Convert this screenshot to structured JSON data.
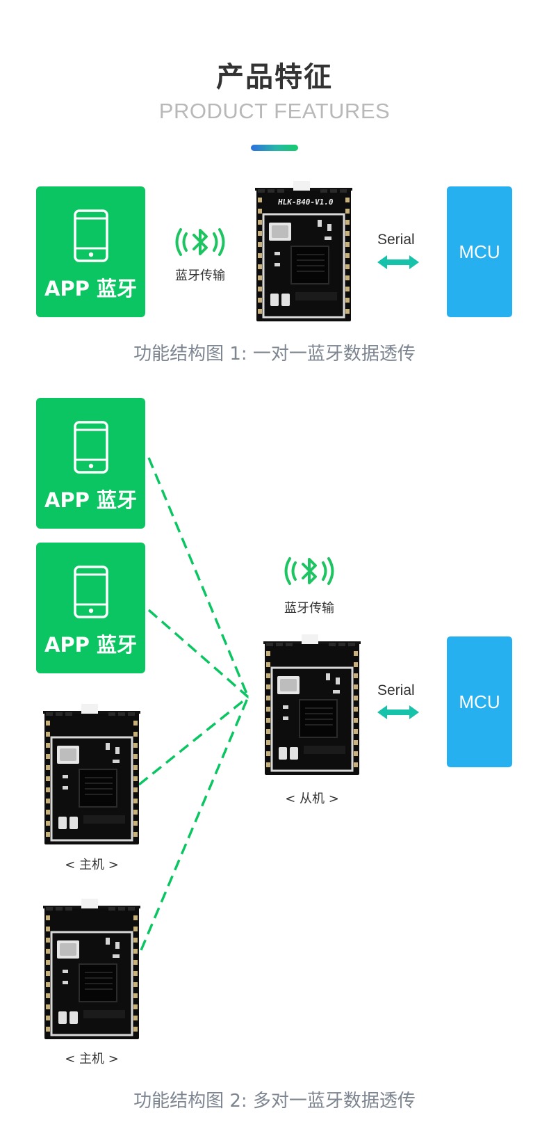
{
  "header": {
    "title": "产品特征",
    "subtitle": "PRODUCT FEATURES"
  },
  "module": {
    "label": "HLK-B40-V1.0"
  },
  "diagram1": {
    "app_label": "APP 蓝牙",
    "bt_label": "蓝牙传输",
    "serial_label": "Serial",
    "mcu_label": "MCU",
    "caption": "功能结构图 1: 一对一蓝牙数据透传"
  },
  "diagram2": {
    "app_labels": [
      "APP 蓝牙",
      "APP 蓝牙"
    ],
    "bt_label": "蓝牙传输",
    "serial_label": "Serial",
    "mcu_label": "MCU",
    "slave_label": "< 从机 >",
    "master_labels": [
      "< 主机 >",
      "< 主机 >"
    ],
    "caption": "功能结构图 2: 多对一蓝牙数据透传"
  },
  "colors": {
    "app_green": "#0bc562",
    "mcu_blue": "#26b0ef",
    "arrow_teal": "#16c2a9",
    "bluetooth_green": "#1fc462",
    "dashed_green": "#0bc562"
  },
  "icons": [
    "phone-icon",
    "bluetooth-icon",
    "double-arrow-icon"
  ]
}
